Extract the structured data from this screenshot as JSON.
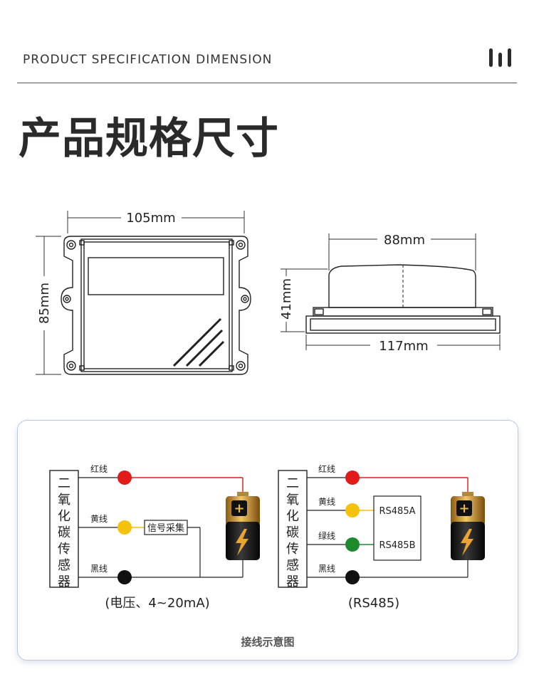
{
  "header": {
    "subtitle_en": "PRODUCT SPECIFICATION DIMENSION",
    "title_cn": "产品规格尺寸"
  },
  "dimensions": {
    "front_width": "105mm",
    "front_height": "85mm",
    "side_top_width": "88mm",
    "side_height": "41mm",
    "side_bottom_width": "117mm"
  },
  "wiring": {
    "caption": "接线示意图",
    "left": {
      "sensor_label": "二氧化碳传感器",
      "wire_red": "红线",
      "wire_yellow": "黄线",
      "wire_black": "黑线",
      "signal_box": "信号采集",
      "mode_label": "(电压、4~20mA)"
    },
    "right": {
      "sensor_label": "二氧化碳传感器",
      "wire_red": "红线",
      "wire_yellow": "黄线",
      "wire_green": "绿线",
      "wire_black": "黑线",
      "rs485a": "RS485A",
      "rs485b": "RS485B",
      "mode_label": "(RS485)"
    }
  },
  "colors": {
    "red_terminal": "#e11a1a",
    "yellow_terminal": "#f4c20d",
    "green_terminal": "#1e8a2e",
    "black_terminal": "#111111",
    "panel_border": "#b7c7e4"
  }
}
